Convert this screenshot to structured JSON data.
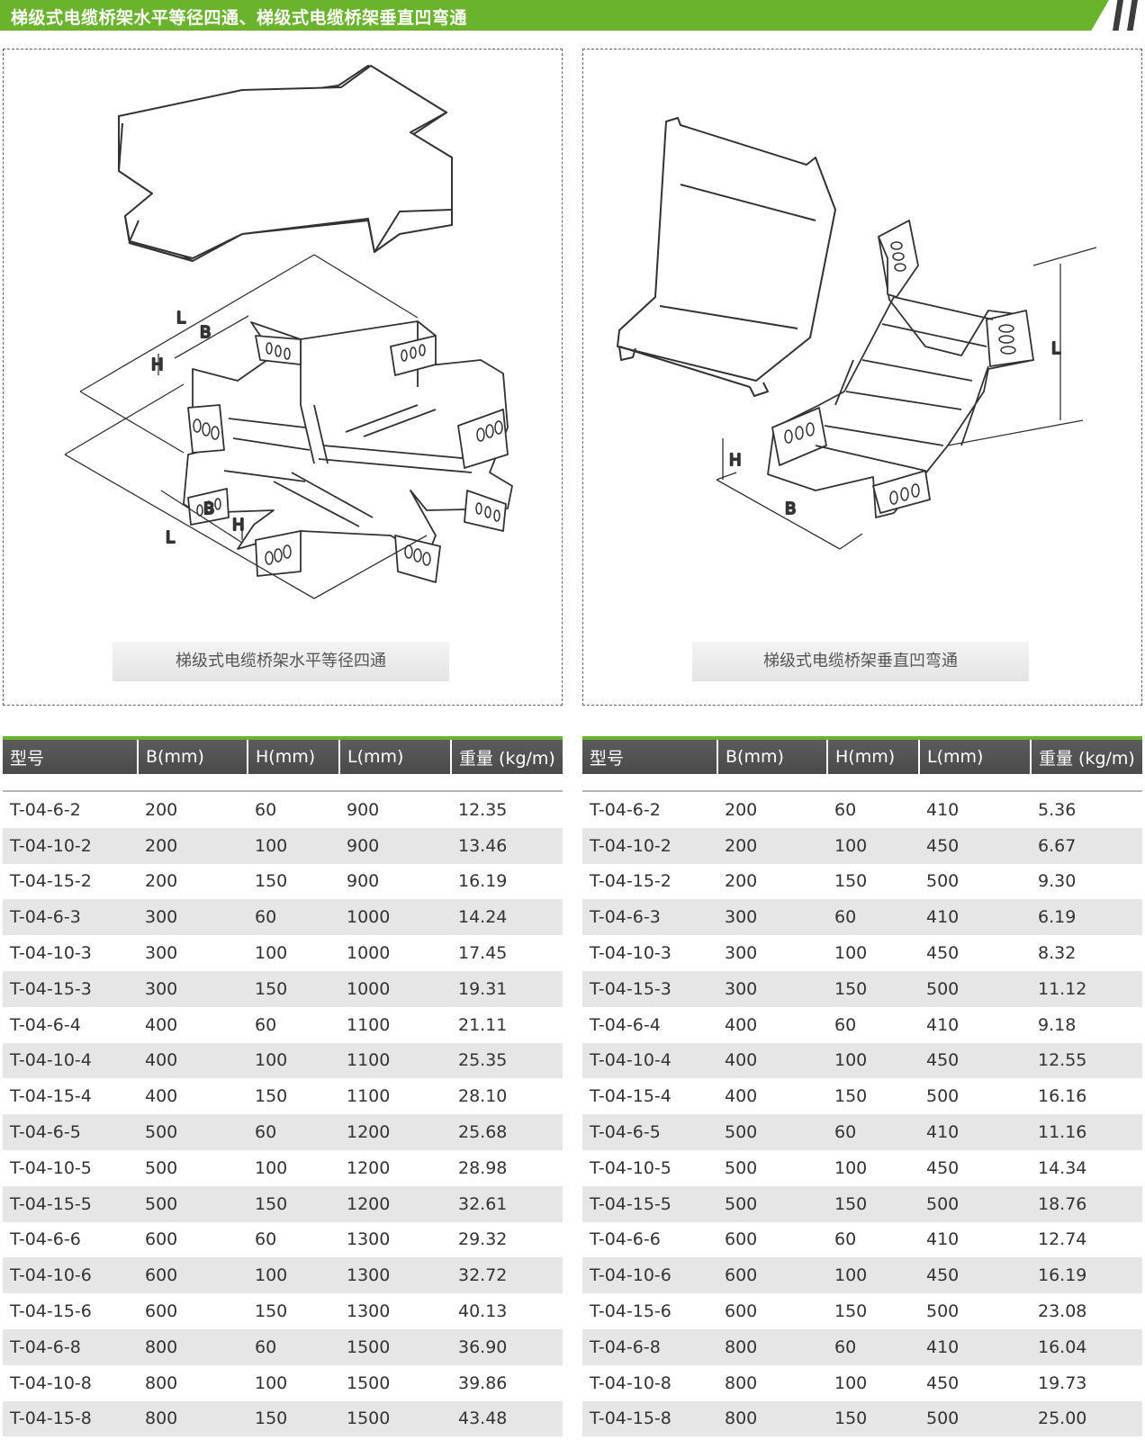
{
  "header": {
    "title": "梯级式电缆桥架水平等径四通、梯级式电缆桥架垂直凹弯通"
  },
  "left_panel": {
    "caption": "梯级式电缆桥架水平等径四通",
    "dims": {
      "l": "L",
      "b": "B",
      "h": "H"
    }
  },
  "right_panel": {
    "caption": "梯级式电缆桥架垂直凹弯通",
    "dims": {
      "l": "L",
      "b": "B",
      "h": "H"
    }
  },
  "columns": [
    "型号",
    "B(mm)",
    "H(mm)",
    "L(mm)",
    "重量 (kg/m)"
  ],
  "left_table": [
    [
      "T-04-6-2",
      "200",
      "60",
      "900",
      "12.35"
    ],
    [
      "T-04-10-2",
      "200",
      "100",
      "900",
      "13.46"
    ],
    [
      "T-04-15-2",
      "200",
      "150",
      "900",
      "16.19"
    ],
    [
      "T-04-6-3",
      "300",
      "60",
      "1000",
      "14.24"
    ],
    [
      "T-04-10-3",
      "300",
      "100",
      "1000",
      "17.45"
    ],
    [
      "T-04-15-3",
      "300",
      "150",
      "1000",
      "19.31"
    ],
    [
      "T-04-6-4",
      "400",
      "60",
      "1100",
      "21.11"
    ],
    [
      "T-04-10-4",
      "400",
      "100",
      "1100",
      "25.35"
    ],
    [
      "T-04-15-4",
      "400",
      "150",
      "1100",
      "28.10"
    ],
    [
      "T-04-6-5",
      "500",
      "60",
      "1200",
      "25.68"
    ],
    [
      "T-04-10-5",
      "500",
      "100",
      "1200",
      "28.98"
    ],
    [
      "T-04-15-5",
      "500",
      "150",
      "1200",
      "32.61"
    ],
    [
      "T-04-6-6",
      "600",
      "60",
      "1300",
      "29.32"
    ],
    [
      "T-04-10-6",
      "600",
      "100",
      "1300",
      "32.72"
    ],
    [
      "T-04-15-6",
      "600",
      "150",
      "1300",
      "40.13"
    ],
    [
      "T-04-6-8",
      "800",
      "60",
      "1500",
      "36.90"
    ],
    [
      "T-04-10-8",
      "800",
      "100",
      "1500",
      "39.86"
    ],
    [
      "T-04-15-8",
      "800",
      "150",
      "1500",
      "43.48"
    ]
  ],
  "right_table": [
    [
      "T-04-6-2",
      "200",
      "60",
      "410",
      "5.36"
    ],
    [
      "T-04-10-2",
      "200",
      "100",
      "450",
      "6.67"
    ],
    [
      "T-04-15-2",
      "200",
      "150",
      "500",
      "9.30"
    ],
    [
      "T-04-6-3",
      "300",
      "60",
      "410",
      "6.19"
    ],
    [
      "T-04-10-3",
      "300",
      "100",
      "450",
      "8.32"
    ],
    [
      "T-04-15-3",
      "300",
      "150",
      "500",
      "11.12"
    ],
    [
      "T-04-6-4",
      "400",
      "60",
      "410",
      "9.18"
    ],
    [
      "T-04-10-4",
      "400",
      "100",
      "450",
      "12.55"
    ],
    [
      "T-04-15-4",
      "400",
      "150",
      "500",
      "16.16"
    ],
    [
      "T-04-6-5",
      "500",
      "60",
      "410",
      "11.16"
    ],
    [
      "T-04-10-5",
      "500",
      "100",
      "450",
      "14.34"
    ],
    [
      "T-04-15-5",
      "500",
      "150",
      "500",
      "18.76"
    ],
    [
      "T-04-6-6",
      "600",
      "60",
      "410",
      "12.74"
    ],
    [
      "T-04-10-6",
      "600",
      "100",
      "450",
      "16.19"
    ],
    [
      "T-04-15-6",
      "600",
      "150",
      "500",
      "23.08"
    ],
    [
      "T-04-6-8",
      "800",
      "60",
      "410",
      "16.04"
    ],
    [
      "T-04-10-8",
      "800",
      "100",
      "450",
      "19.73"
    ],
    [
      "T-04-15-8",
      "800",
      "150",
      "500",
      "25.00"
    ]
  ]
}
